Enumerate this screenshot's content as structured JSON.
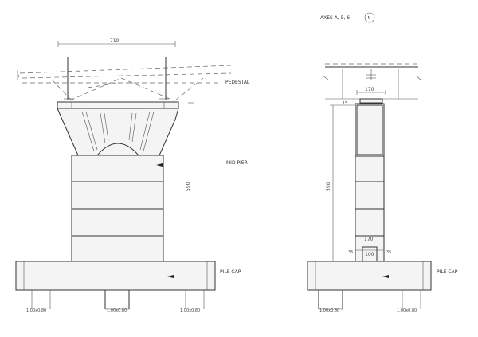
{
  "title": "AXES A, 5, 6",
  "north_marker": "N",
  "labels": {
    "pedestal": "PEDESTAL",
    "mid_pier": "MID PIER",
    "pile_cap_left": "PILE CAP",
    "pile_cap_right": "PILE CAP"
  },
  "dimensions": {
    "left_top_width": "710",
    "left_height": "590",
    "right_top_width": "170",
    "right_height": "590",
    "right_base_width": "170",
    "right_base_inner": "100",
    "right_base_left_offset": "35",
    "right_base_right_offset": "35",
    "right_small_dim": "15"
  },
  "piles": {
    "left_1": "1.00x0.80",
    "left_2": "1.00x0.80",
    "left_3": "1.00x0.80",
    "right_1": "1.00x0.80",
    "right_2": "1.00x0.80"
  }
}
